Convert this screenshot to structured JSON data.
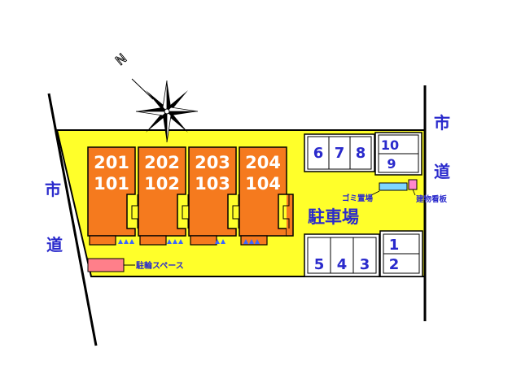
{
  "roads": {
    "left_label": "市道",
    "right_label": "市道"
  },
  "compass": {
    "north_mark": "N"
  },
  "units": [
    {
      "upper": "201",
      "lower": "101"
    },
    {
      "upper": "202",
      "lower": "102"
    },
    {
      "upper": "203",
      "lower": "103"
    },
    {
      "upper": "204",
      "lower": "104"
    }
  ],
  "parking": {
    "label": "駐車場",
    "top_row": [
      "6",
      "7",
      "8"
    ],
    "top_right": [
      "10",
      "9"
    ],
    "bottom_row": [
      "5",
      "4",
      "3"
    ],
    "bottom_right": [
      "1",
      "2"
    ]
  },
  "facilities": {
    "garbage": "ゴミ置場",
    "sign": "建物看板",
    "bicycle": "駐輪スペース"
  },
  "colors": {
    "lot": "#ffff2a",
    "building": "#f57a1e",
    "building_text": "#ffffff",
    "blue_text": "#2a2acc",
    "road_line": "#000000",
    "garbage": "#7fd6ff",
    "sign": "#ff88cc",
    "bicycle": "#ff7f8a",
    "triangle": "#3a66ff"
  }
}
